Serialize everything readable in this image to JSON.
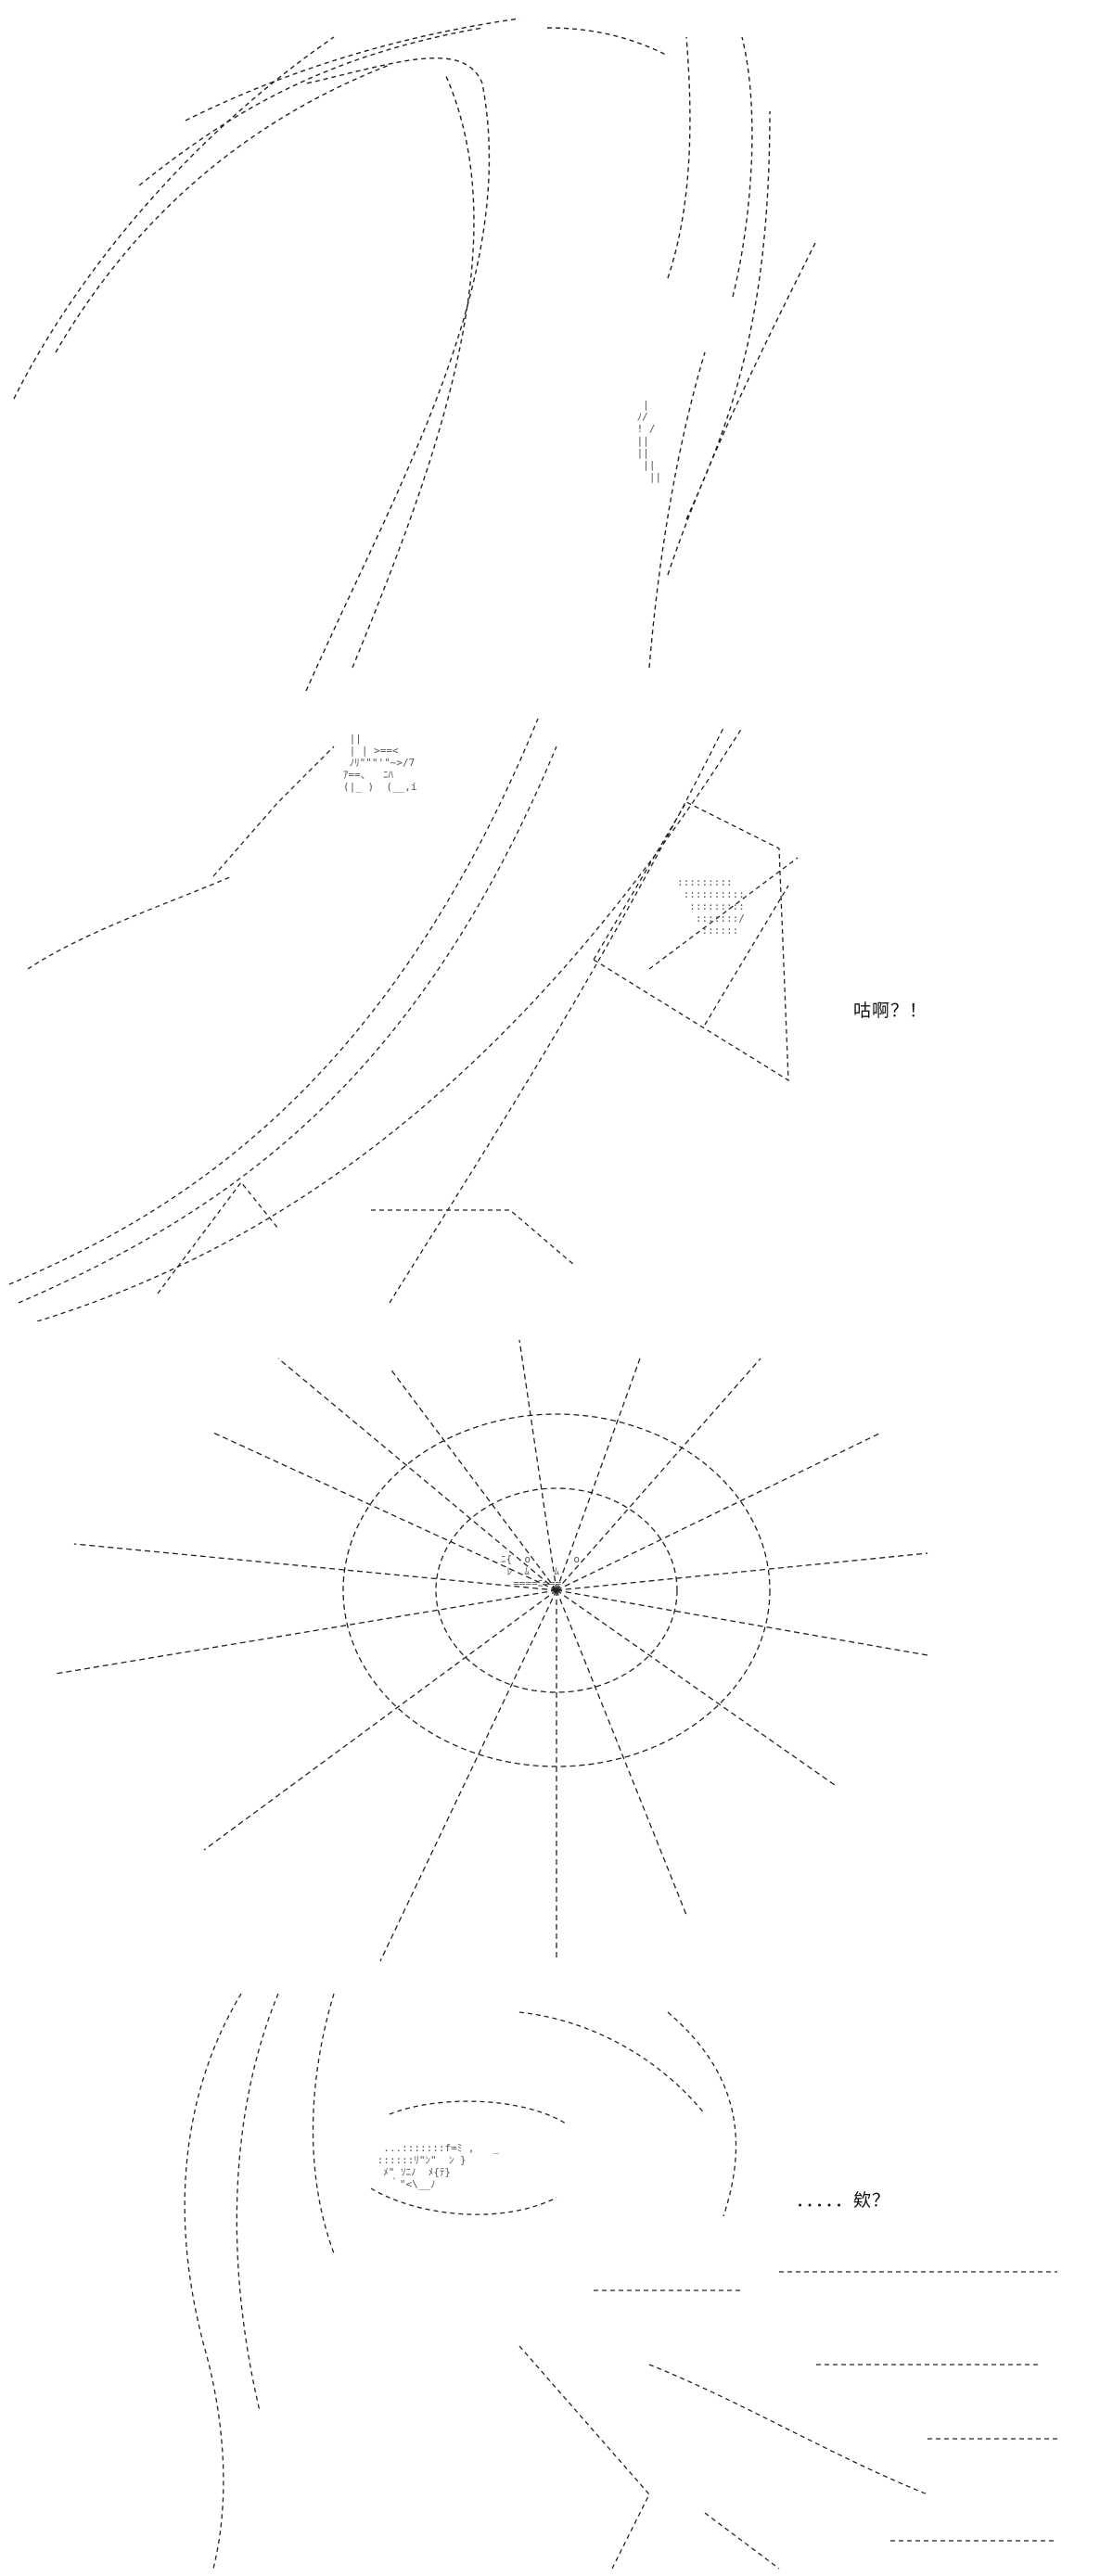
{
  "panels": [
    {
      "id": "panel-1",
      "dialogue": ""
    },
    {
      "id": "panel-2",
      "dialogue": "咕啊？！"
    },
    {
      "id": "panel-3",
      "dialogue": ""
    },
    {
      "id": "panel-4",
      "dialogue": "．．．．．欸？"
    }
  ],
  "colors": {
    "background": "#ffffff",
    "ink": "#000000"
  }
}
